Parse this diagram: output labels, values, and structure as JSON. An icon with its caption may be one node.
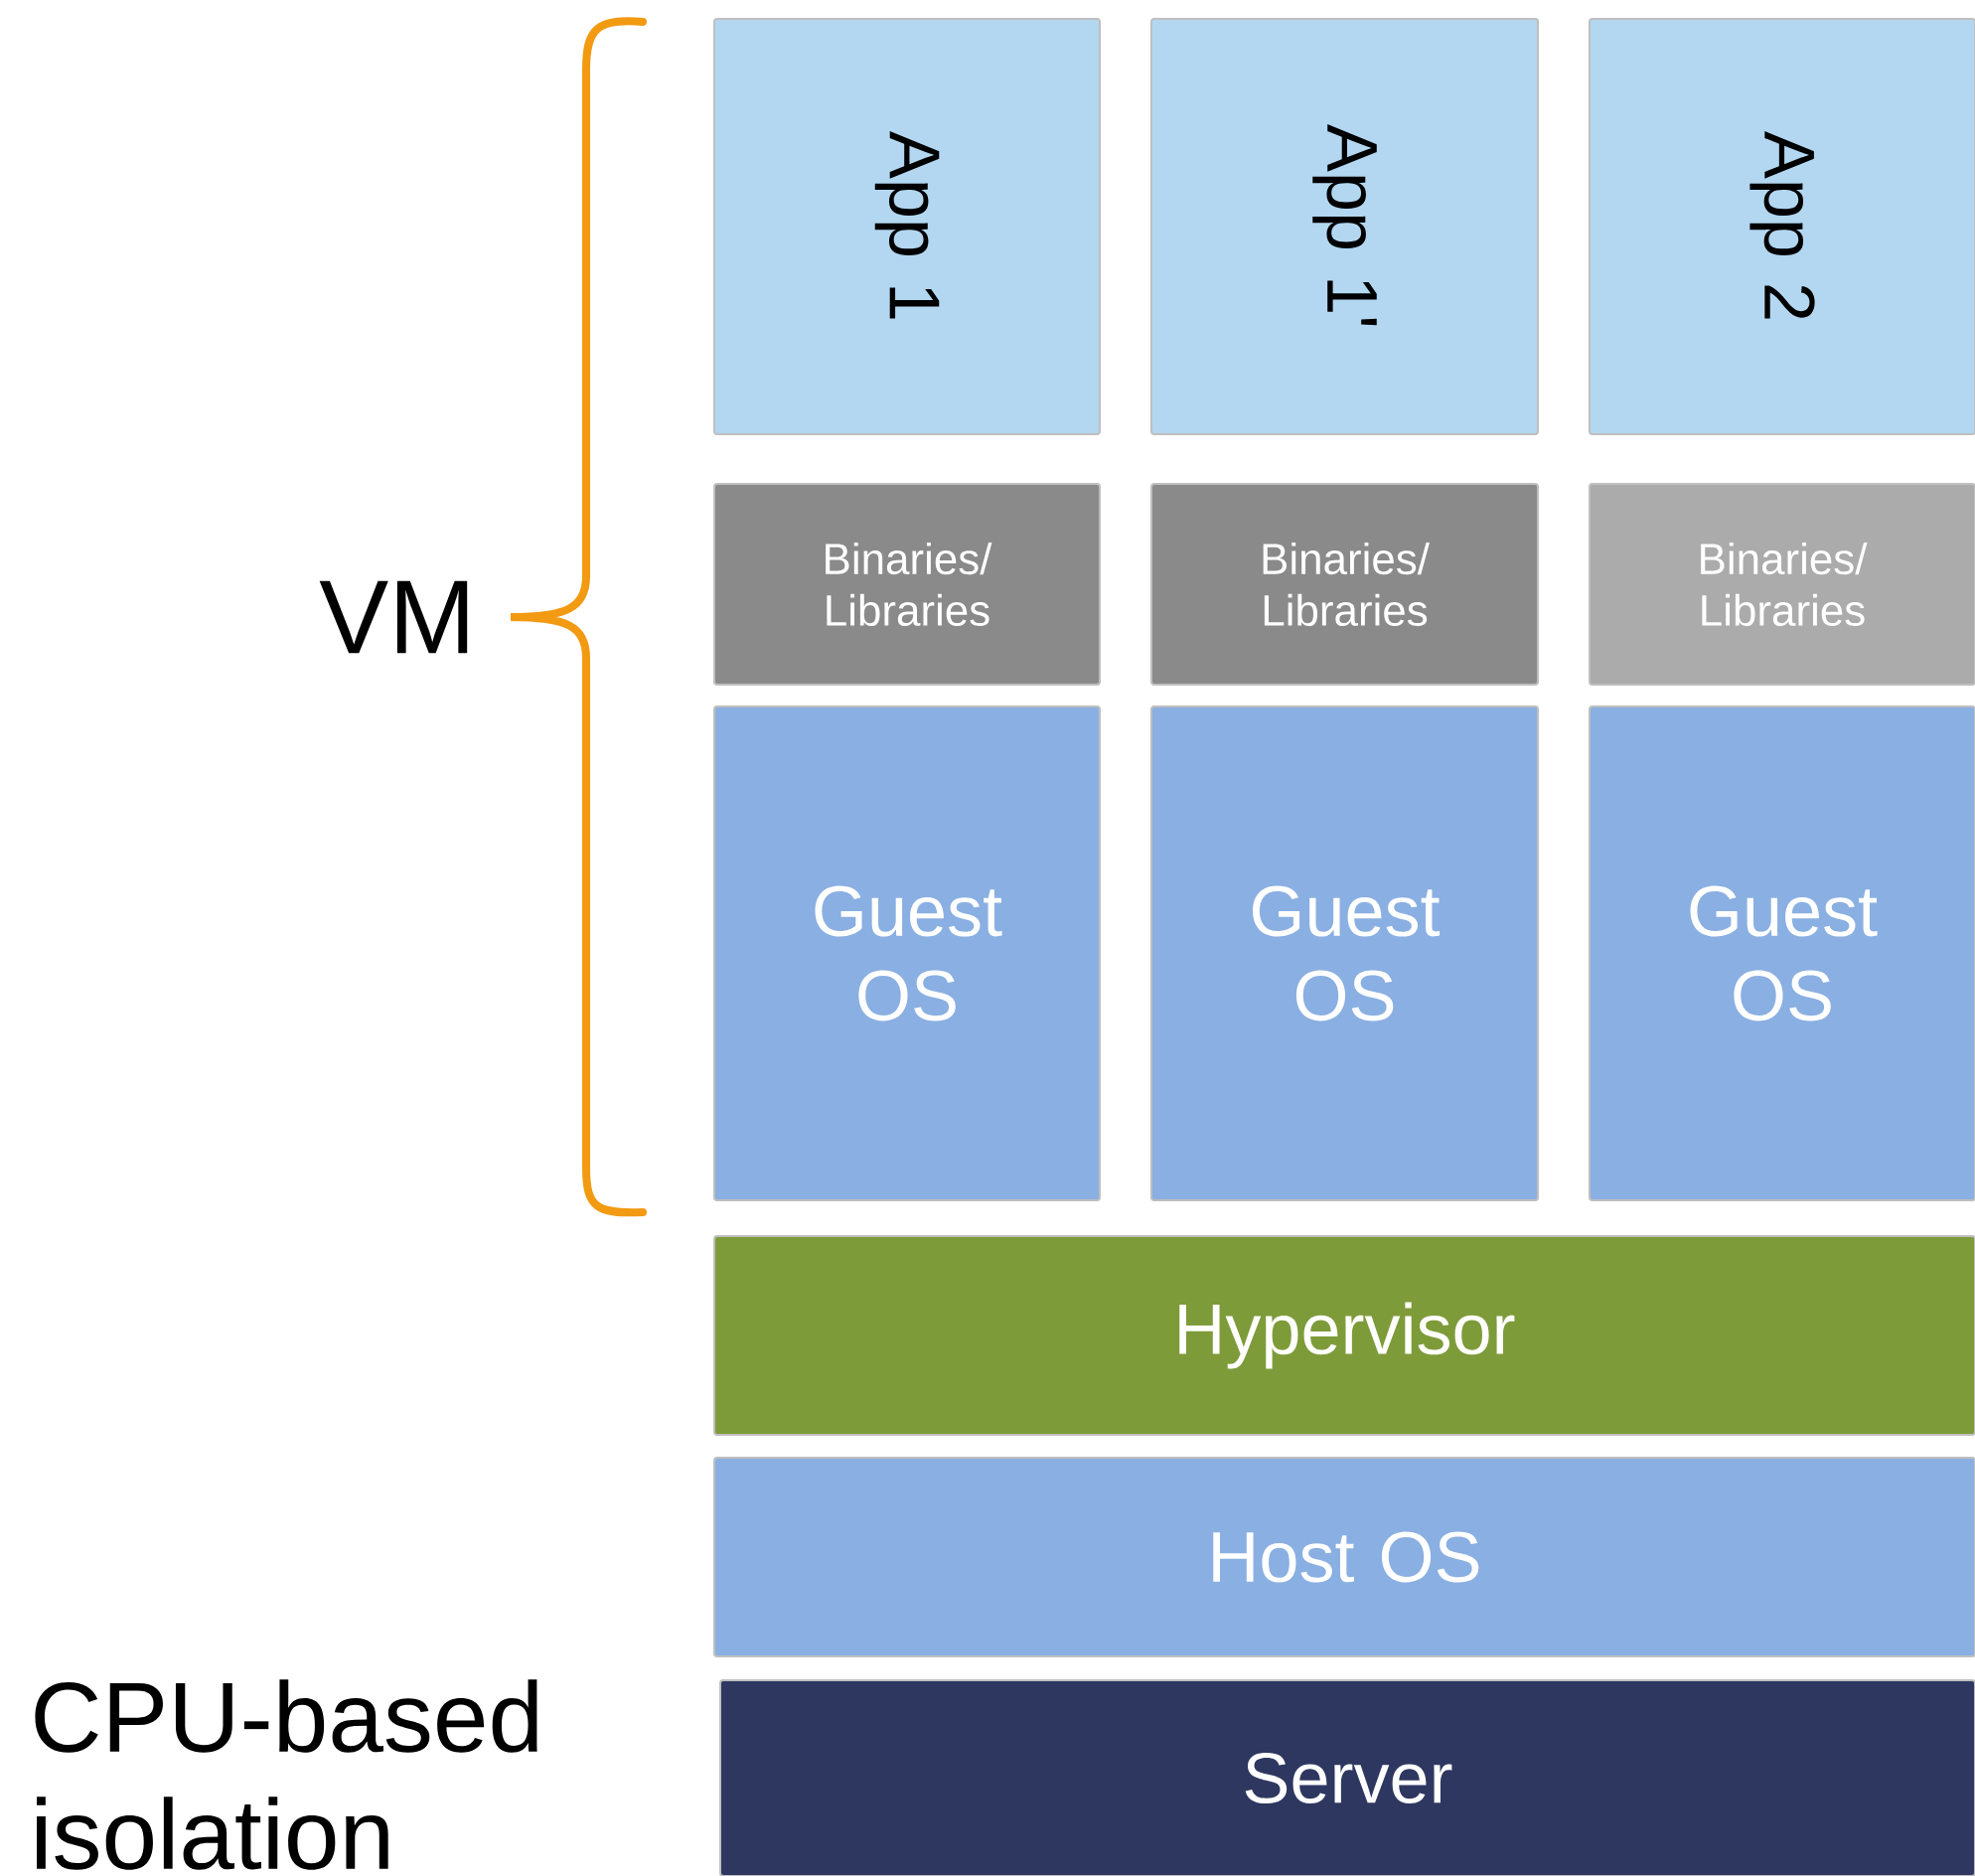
{
  "diagram": {
    "nodes": [
      {
        "text": [
          "App 1"
        ]
      },
      {
        "text": [
          "App 1'"
        ]
      },
      {
        "text": [
          "App 2"
        ]
      },
      {
        "text": [
          "Binaries/ Libraries"
        ]
      },
      {
        "text": [
          "Binaries/ Libraries"
        ]
      },
      {
        "text": [
          "Binaries/ Libraries"
        ]
      },
      {
        "text": [
          "Guest OS"
        ]
      },
      {
        "text": [
          "Guest OS"
        ]
      },
      {
        "text": [
          "Guest OS"
        ]
      },
      {
        "text": [
          "Hypervisor"
        ]
      },
      {
        "text": [
          "Host OS"
        ]
      },
      {
        "text": [
          "Server"
        ]
      }
    ],
    "labels": [
      "VM",
      "CPU-based isolation"
    ]
  }
}
